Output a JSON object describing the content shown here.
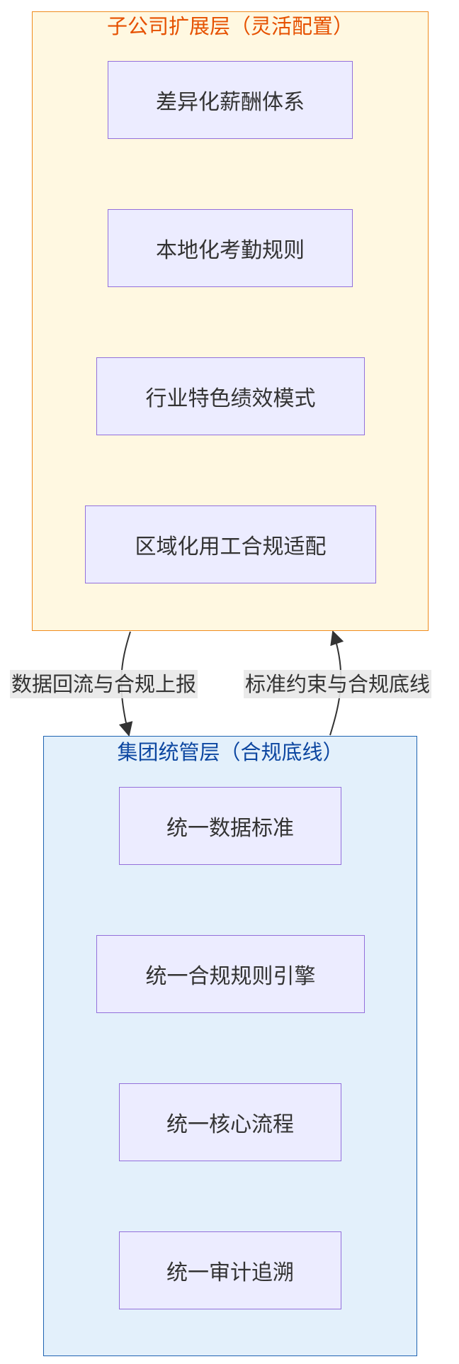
{
  "top_group": {
    "title": "子公司扩展层（灵活配置）",
    "nodes": [
      "差异化薪酬体系",
      "本地化考勤规则",
      "行业特色绩效模式",
      "区域化用工合规适配"
    ]
  },
  "bottom_group": {
    "title": "集团统管层（合规底线）",
    "nodes": [
      "统一数据标准",
      "统一合规规则引擎",
      "统一核心流程",
      "统一审计追溯"
    ]
  },
  "edges": {
    "upward_label": "数据回流与合规上报",
    "downward_label": "标准约束与合规底线"
  },
  "colors": {
    "top_fill": "#fff8e1",
    "top_stroke": "#f08c1e",
    "bottom_fill": "#e3f0fb",
    "bottom_stroke": "#1f63b1",
    "node_fill": "#ececff",
    "node_stroke": "#9370db"
  }
}
